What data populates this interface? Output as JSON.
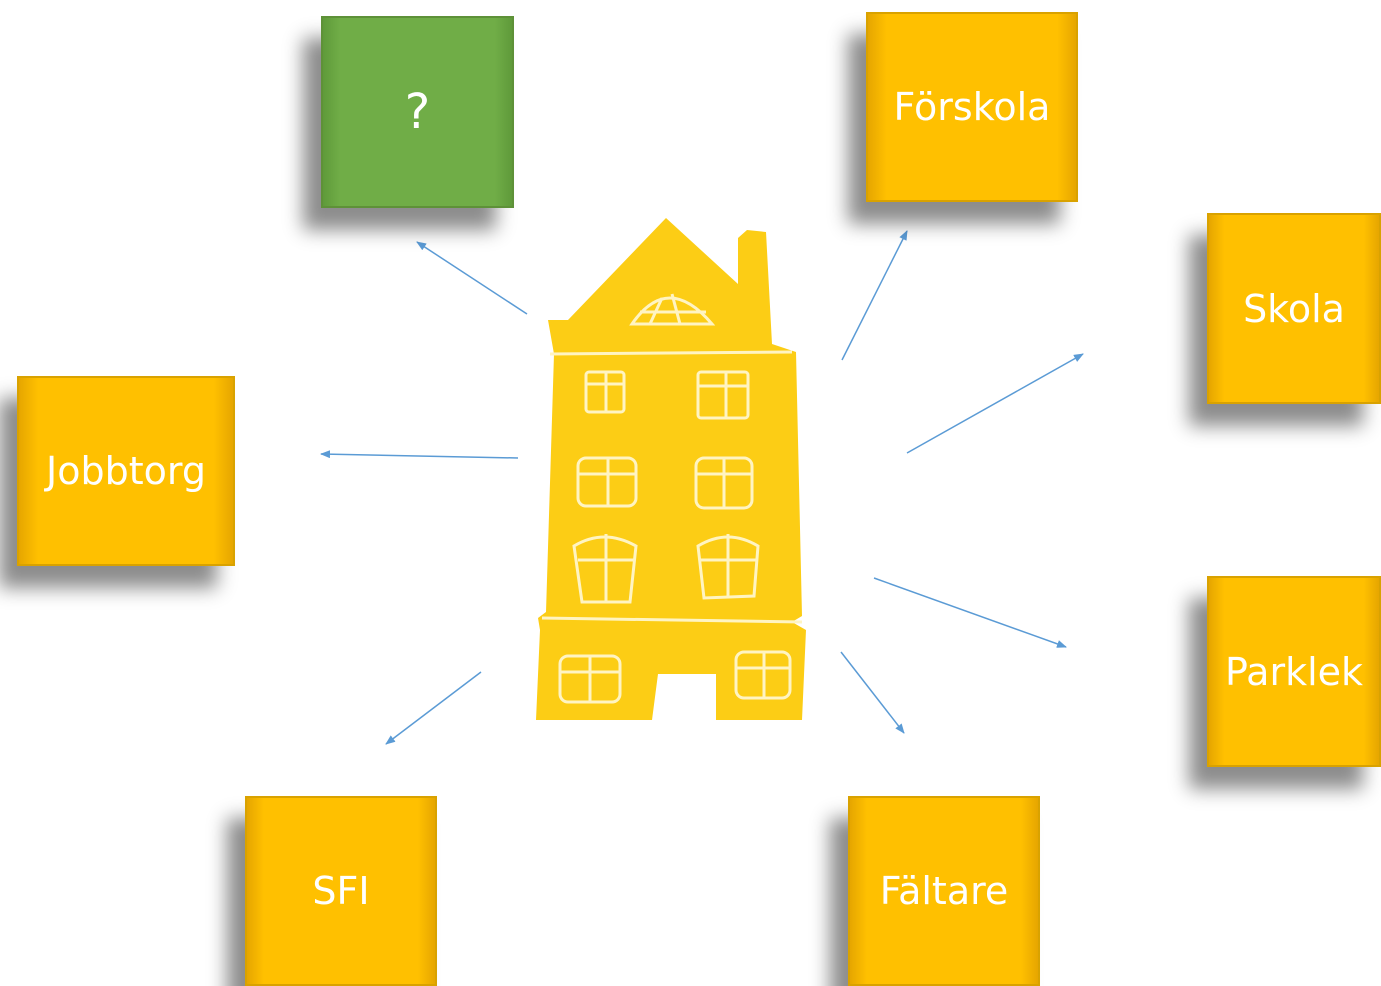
{
  "diagram": {
    "center": {
      "icon": "house-icon"
    },
    "nodes": [
      {
        "id": "question",
        "label": "?",
        "color": "#70ad47"
      },
      {
        "id": "forskola",
        "label": "Förskola",
        "color": "#ffc000"
      },
      {
        "id": "skola",
        "label": "Skola",
        "color": "#ffc000"
      },
      {
        "id": "jobbtorg",
        "label": "Jobbtorg",
        "color": "#ffc000"
      },
      {
        "id": "parklek",
        "label": "Parklek",
        "color": "#ffc000"
      },
      {
        "id": "sfi",
        "label": "SFI",
        "color": "#ffc000"
      },
      {
        "id": "faltare",
        "label": "Fältare",
        "color": "#ffc000"
      }
    ],
    "edges": [
      {
        "from": "house",
        "to": "question"
      },
      {
        "from": "house",
        "to": "forskola"
      },
      {
        "from": "house",
        "to": "skola"
      },
      {
        "from": "house",
        "to": "jobbtorg"
      },
      {
        "from": "house",
        "to": "parklek"
      },
      {
        "from": "house",
        "to": "sfi"
      },
      {
        "from": "house",
        "to": "faltare"
      }
    ],
    "colors": {
      "arrow": "#5b9bd5",
      "house": "#fccd15",
      "house_lines": "#fff4c2"
    }
  }
}
